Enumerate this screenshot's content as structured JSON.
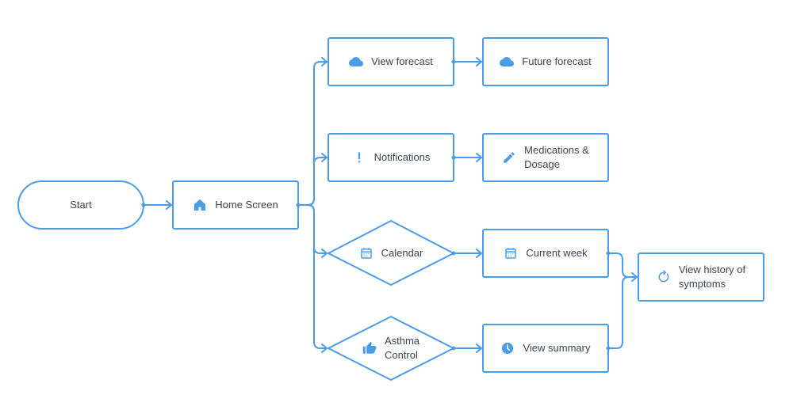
{
  "colors": {
    "stroke": "#4a9be8",
    "icon": "#4a9be8",
    "text": "#3c4350",
    "fill": "#ffffff"
  },
  "nodes": {
    "start": {
      "label": "Start"
    },
    "home": {
      "label": "Home Screen",
      "icon": "home-icon"
    },
    "view_forecast": {
      "label": "View forecast",
      "icon": "cloud-icon"
    },
    "future_forecast": {
      "label": "Future forecast",
      "icon": "cloud-icon"
    },
    "notifications": {
      "label": "Notifications",
      "icon": "exclamation-icon"
    },
    "medications": {
      "label_line1": "Medications &",
      "label_line2": "Dosage",
      "icon": "pencil-icon"
    },
    "calendar": {
      "label": "Calendar",
      "icon": "calendar-icon"
    },
    "current_week": {
      "label": "Current week",
      "icon": "calendar-icon"
    },
    "asthma_control": {
      "label_line1": "Asthma",
      "label_line2": "Control",
      "icon": "thumbs-up-icon"
    },
    "view_summary": {
      "label": "View summary",
      "icon": "clock-icon"
    },
    "history": {
      "label_line1": "View history of",
      "label_line2": "symptoms",
      "icon": "refresh-icon"
    }
  }
}
